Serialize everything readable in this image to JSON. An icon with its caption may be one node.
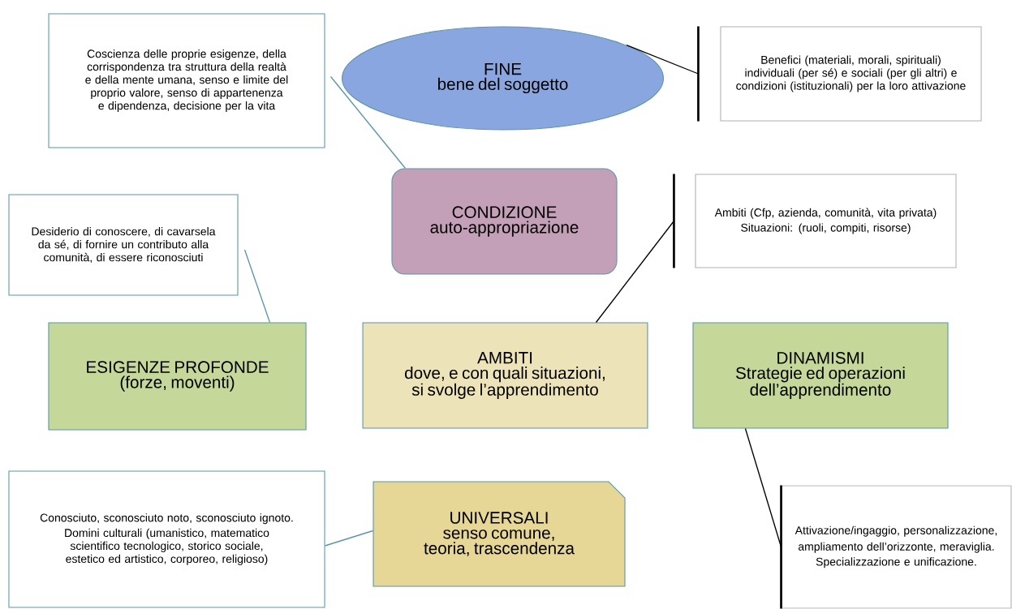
{
  "diagram": {
    "nodes": [
      {
        "text": [
          "Coscienza delle proprie esigenze, della corrispondenza tra struttura della realtà e della mente umana, senso e limite del proprio valore, senso di appartenenza e dipendenza, decisione per la vita"
        ]
      },
      {
        "text": [
          "FINE",
          "bene del soggetto"
        ]
      },
      {
        "text": [
          "Benefici (materiali, morali, spirituali) individuali (per sé) e sociali (per gli altri) e condizioni (istituzionali) per la loro attivazione"
        ]
      },
      {
        "text": [
          "CONDIZIONE",
          "auto-appropriazione"
        ]
      },
      {
        "text": [
          "Ambiti (Cfp, azienda, comunità, vita privata)",
          "Situazioni: (ruoli, compiti, risorse)"
        ]
      },
      {
        "text": [
          "Desiderio di conoscere, di cavarsela da sé, di fornire un contributo alla comunità, di essere riconosciuti"
        ]
      },
      {
        "text": [
          "ESIGENZE PROFONDE",
          "(forze, moventi)"
        ]
      },
      {
        "text": [
          "AMBITI",
          "dove, e con quali situazioni, si svolge  l’apprendimento"
        ]
      },
      {
        "text": [
          "DINAMISMI",
          "Strategie ed operazioni dell’apprendimento"
        ]
      },
      {
        "text": [
          "Conosciuto, sconosciuto noto, sconosciuto ignoto.",
          "Domini culturali (umanistico, matematico scientifico tecnologico, storico sociale, estetico ed artistico, corporeo,  religioso)"
        ]
      },
      {
        "text": [
          "UNIVERSALI",
          "senso comune, teoria, trascendenza"
        ]
      },
      {
        "text": [
          "Attivazione/ingaggio, personalizzazione, ampliamento dell’orizzonte, meraviglia.",
          "Specializzazione e unificazione."
        ]
      }
    ],
    "edges": [
      {
        "from": 1,
        "to": 2,
        "arrow": "none"
      },
      {
        "from": 0,
        "to": 3,
        "arrow": "none",
        "color": "#5b96a6"
      },
      {
        "from": 7,
        "to": 4,
        "arrow": "none"
      },
      {
        "from": 5,
        "to": 6,
        "arrow": "none",
        "color": "#5b96a6"
      },
      {
        "from": 8,
        "to": 11,
        "arrow": "none"
      },
      {
        "from": 9,
        "to": 10,
        "arrow": "none",
        "color": "#5b96a6"
      }
    ]
  }
}
